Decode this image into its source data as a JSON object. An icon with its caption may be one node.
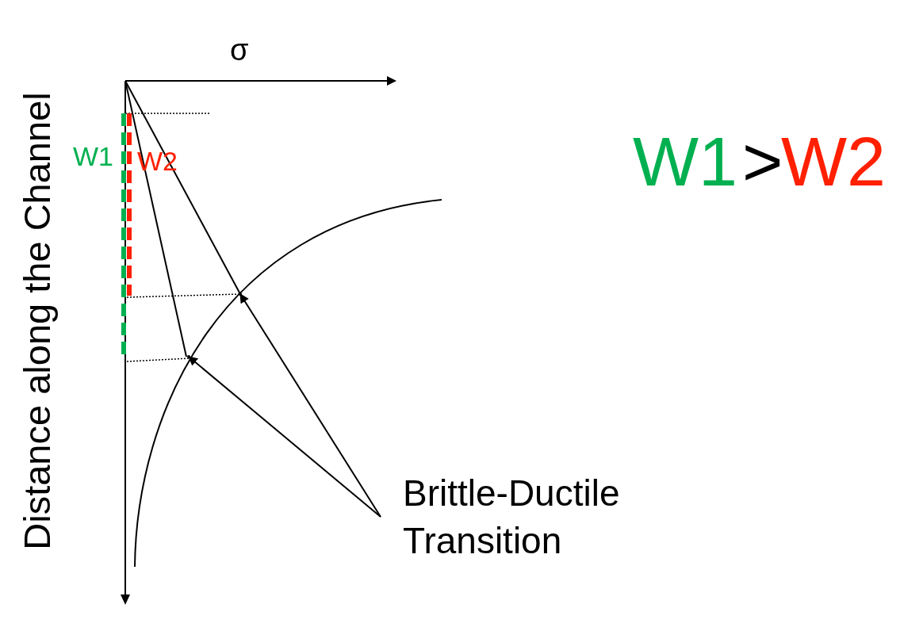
{
  "diagram": {
    "nodes": [
      {
        "text": [
          "Brittle-Ductile Transition"
        ]
      },
      {
        "text": [],
        "shape": "point"
      },
      {
        "text": [],
        "shape": "point"
      }
    ],
    "edges": [
      {
        "from": 0,
        "to": 1,
        "arrow": "to"
      },
      {
        "from": 0,
        "to": 2,
        "arrow": "to"
      }
    ],
    "labels": [
      "σ",
      "Distance along the Channel",
      "W1",
      "W2",
      "W1",
      ">",
      "W2"
    ]
  }
}
